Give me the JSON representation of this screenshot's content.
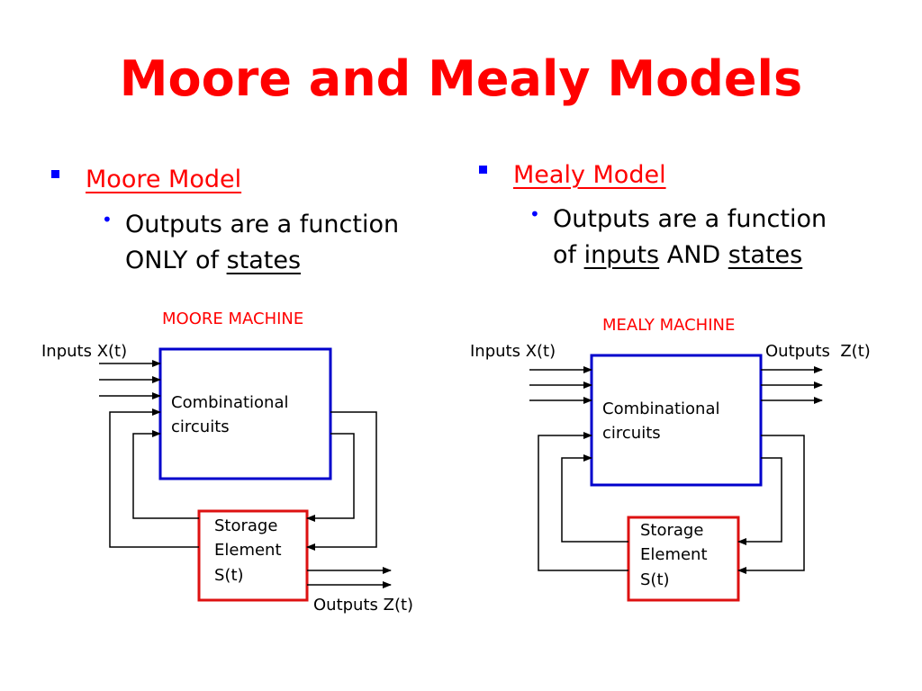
{
  "title": "Moore and Mealy Models",
  "colors": {
    "title": "#ff0000",
    "heading": "#ff0000",
    "bullet": "#0000ff",
    "comb_box": "#0000cc",
    "storage_box": "#dd1111",
    "machine_title": "#ff0000",
    "line": "#000000"
  },
  "moore": {
    "heading": "Moore Model",
    "bullet_parts": [
      "Outputs are a function",
      "ONLY of ",
      "states"
    ],
    "machine_title": "MOORE MACHINE",
    "inputs_label": "Inputs X(t)",
    "outputs_label": "Outputs Z(t)",
    "comb_label": "Combinational circuits",
    "storage_label": "Storage Element S(t)"
  },
  "mealy": {
    "heading": "Mealy Model",
    "bullet_parts": [
      "Outputs are a function",
      "of ",
      "inputs",
      " AND ",
      "states"
    ],
    "machine_title": "MEALY MACHINE",
    "inputs_label": "Inputs X(t)",
    "outputs_label": "Outputs  Z(t)",
    "comb_label": "Combinational circuits",
    "storage_label": "Storage Element S(t)"
  }
}
